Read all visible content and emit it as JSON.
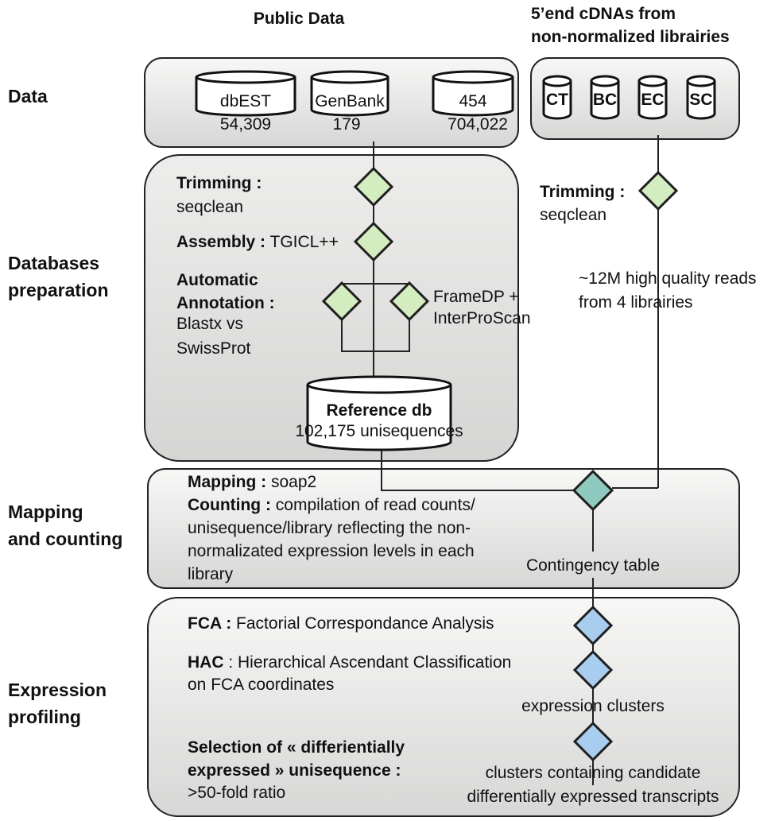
{
  "headers": {
    "public": "Public Data",
    "cdna_line1": "5’end cDNAs from",
    "cdna_line2": "non-normalized librairies"
  },
  "sections": {
    "data": "Data",
    "db_prep_line1": "Databases",
    "db_prep_line2": "preparation",
    "mapping_line1": "Mapping",
    "mapping_line2": "and counting",
    "expr_line1": "Expression",
    "expr_line2": "profiling"
  },
  "public_dbs": [
    {
      "name": "dbEST",
      "count": "54,309"
    },
    {
      "name": "GenBank",
      "count": "179"
    },
    {
      "name": "454",
      "count": "704,022"
    }
  ],
  "libraries": [
    {
      "code": "CT",
      "color": "#f3ec7a"
    },
    {
      "code": "BC",
      "color": "#f2d7ec"
    },
    {
      "code": "EC",
      "color": "#f7c077"
    },
    {
      "code": "SC",
      "color": "#f6cccd"
    }
  ],
  "prep": {
    "trimming_label": "Trimming :",
    "trimming_tool": "seqclean",
    "assembly_label": "Assembly :",
    "assembly_tool": " TGICL++",
    "annot_line1": "Automatic",
    "annot_line2": "Annotation :",
    "blastx_line1": "Blastx vs",
    "blastx_line2": "SwissProt",
    "framedp_line1": "FrameDP +",
    "framedp_line2": "InterProScan",
    "refdb_title": "Reference db",
    "refdb_count": "102,175 unisequences"
  },
  "lib_prep": {
    "trimming_label": "Trimming :",
    "trimming_tool": "seqclean",
    "reads_line1": "~12M high quality reads",
    "reads_line2": "from 4 librairies"
  },
  "mapping": {
    "mapping_label": "Mapping :",
    "mapping_tool": " soap2",
    "counting_label": "Counting :",
    "counting_text1": "  compilation of read counts/",
    "counting_text2": "unisequence/library reflecting the non-",
    "counting_text3": "normalizated expression levels in each",
    "counting_text4": "library",
    "contingency": "Contingency table"
  },
  "profiling": {
    "fca_label": "FCA :",
    "fca_text": " Factorial Correspondance Analysis",
    "hac_label": "HAC",
    "hac_text": " : Hierarchical Ascendant Classification",
    "hac_text2": "on FCA coordinates",
    "expr_clusters": "expression clusters",
    "sel_line1": "Selection of « differientially",
    "sel_line2": "expressed » unisequence :",
    "sel_line3": ">50-fold ratio",
    "clusters_line1": "clusters containing candidate",
    "clusters_line2": "differentially expressed transcripts"
  },
  "colors": {
    "diamond_green": "#d3ecc0",
    "diamond_teal": "#8fc9c0",
    "diamond_blue": "#a9cdee",
    "panel_light": "#f6f6f5",
    "panel_dark": "#d9d9d8"
  }
}
